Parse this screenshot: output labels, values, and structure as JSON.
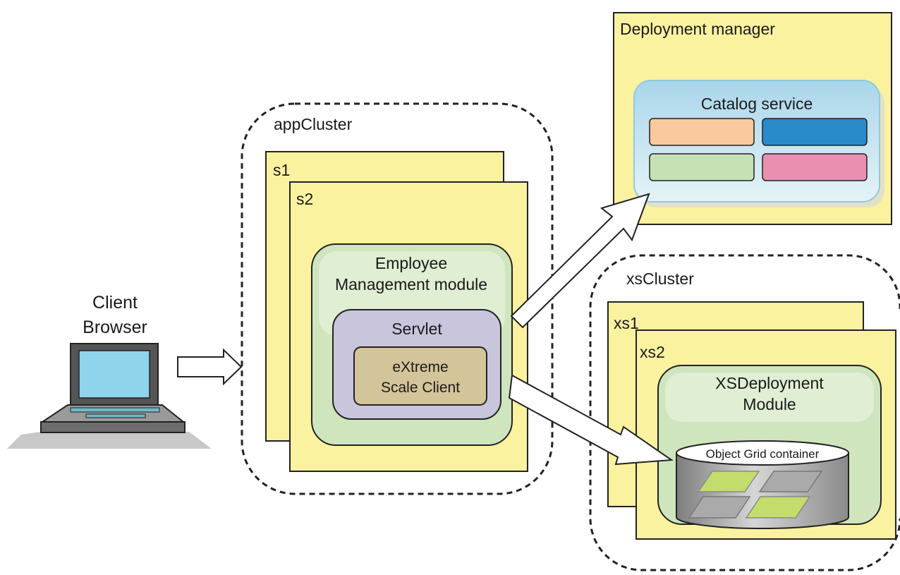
{
  "client": {
    "line1": "Client",
    "line2": "Browser"
  },
  "app_cluster": {
    "label": "appCluster",
    "server_back": "s1",
    "server_front": "s2",
    "module_line1": "Employee",
    "module_line2": "Management module",
    "servlet": "Servlet",
    "client_line1": "eXtreme",
    "client_line2": "Scale Client"
  },
  "deployment_manager": {
    "label": "Deployment manager",
    "catalog": "Catalog service",
    "block_colors": [
      "#f7c99c",
      "#2b8ac9",
      "#c6e2b4",
      "#e88fb2"
    ]
  },
  "xs_cluster": {
    "label": "xsCluster",
    "server_back": "xs1",
    "server_front": "xs2",
    "module_line1": "XSDeployment",
    "module_line2": "Module",
    "container": "Object Grid container"
  },
  "colors": {
    "server_fill": "#fbf2a0",
    "module_fill": "#cfe5bd",
    "servlet_fill": "#c9c5dd",
    "client_fill": "#d4c49a",
    "catalog_fill": "#c7e4ef"
  }
}
